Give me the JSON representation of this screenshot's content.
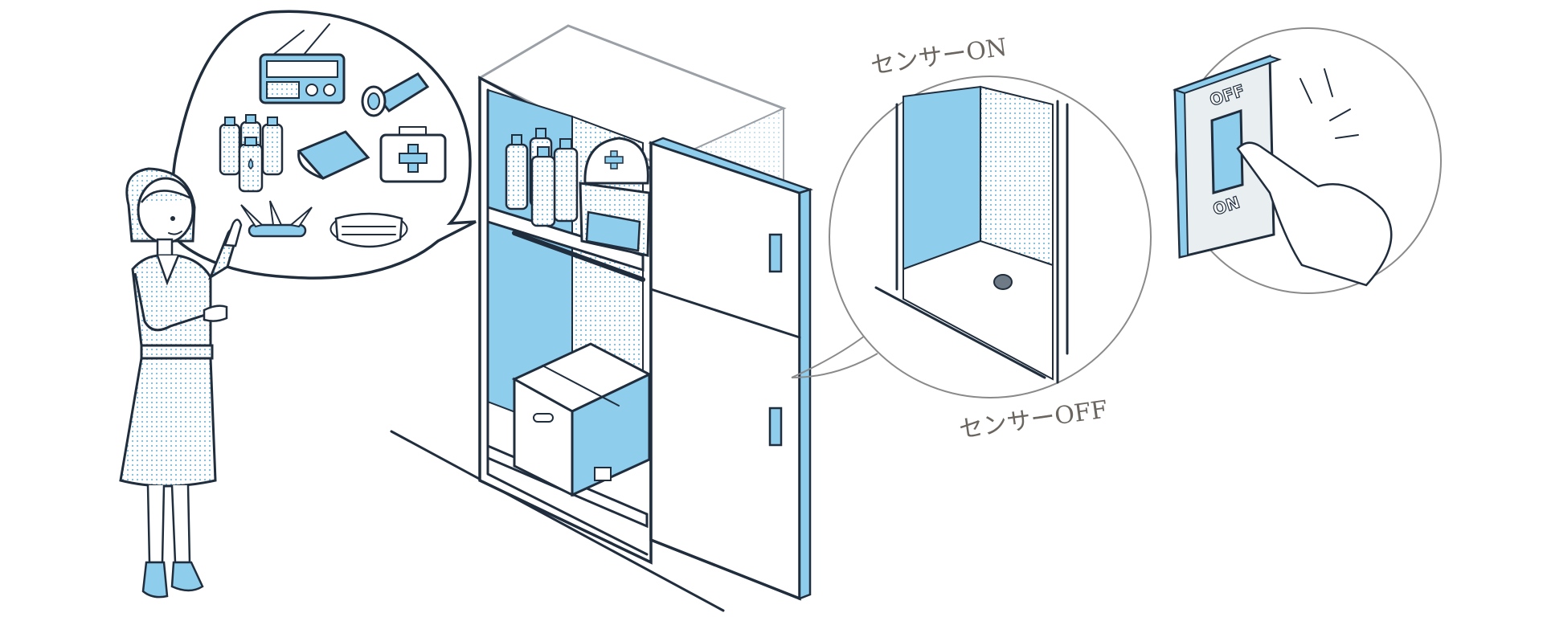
{
  "labels": {
    "sensor_on": "センサーON",
    "sensor_off": "センサーOFF"
  },
  "switch": {
    "off_label": "OFF",
    "on_label": "ON"
  },
  "colors": {
    "accent_blue": "#8fcdec",
    "dot_blue": "#7fb9d8",
    "ink": "#1f2d3d",
    "label": "#6b6560"
  },
  "icons": [
    "radio-icon",
    "flashlight-icon",
    "water-bottles-icon",
    "towel-icon",
    "first-aid-kit-icon",
    "multitool-knife-icon",
    "face-mask-icon",
    "helmet-icon",
    "backpack-icon",
    "cardboard-box-icon"
  ]
}
